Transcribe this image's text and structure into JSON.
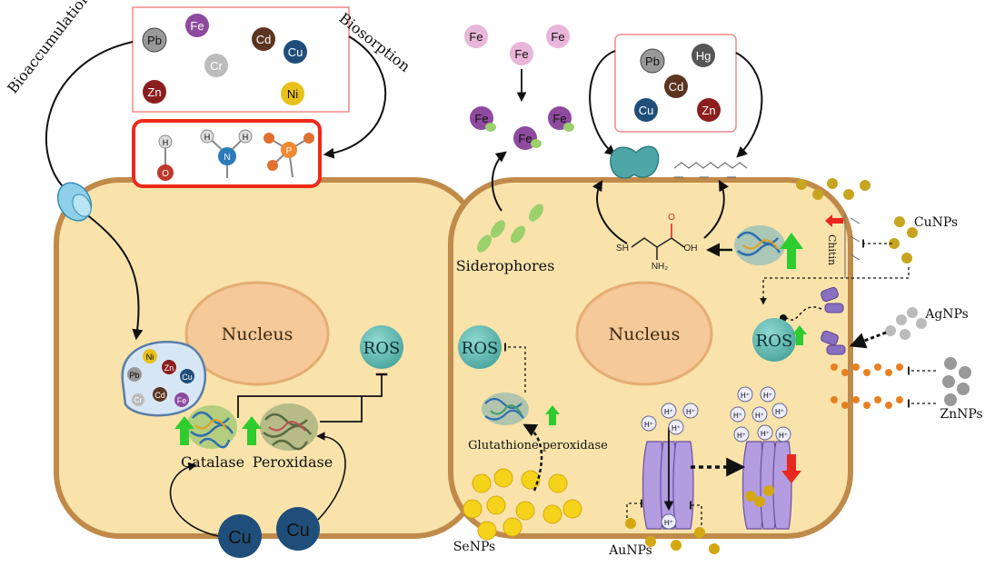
{
  "labels": {
    "bioaccumulation": "Bioaccumulation",
    "biosorption": "Biosorption",
    "nucleus_left": "Nucleus",
    "nucleus_right": "Nucleus",
    "ros_left": "ROS",
    "ros_right_top": "ROS",
    "ros_right_left": "ROS",
    "catalase": "Catalase",
    "peroxidase": "Peroxidase",
    "siderophores": "Siderophores",
    "glutathione": "Glutathione peroxidase",
    "chitin": "Chitin",
    "cunps": "CuNPs",
    "agnps": "AgNPs",
    "znnps": "ZnNPs",
    "senps": "SeNPs",
    "aunps": "AuNPs",
    "cu_ion_1": "Cu",
    "cu_ion_2": "Cu",
    "proton": "H⁺",
    "nh2": "NH₂",
    "sh": "SH",
    "oh": "OH",
    "o": "O",
    "func_o": "O",
    "func_n": "N",
    "func_p": "P",
    "func_h1": "H",
    "func_h2": "H",
    "func_h3": "H"
  },
  "left_box_metals": [
    "Pb",
    "Fe",
    "Cd",
    "Cu",
    "Cr",
    "Zn",
    "Ni"
  ],
  "vacuole_metals": [
    "Ni",
    "Zn",
    "Pb",
    "Cr",
    "Cd",
    "Fe",
    "Cu"
  ],
  "iron_free": [
    "Fe",
    "Fe",
    "Fe"
  ],
  "iron_bound": [
    "Fe",
    "Fe",
    "Fe"
  ],
  "right_box_metals": [
    "Pb",
    "Hg",
    "Cd",
    "Cu",
    "Zn"
  ],
  "colors": {
    "cell_fill": "#f9e3ab",
    "cell_wall": "#c08a4a",
    "nucleus": "#f5c998",
    "ros": "#5fb8b0",
    "cu_ion": "#1f4e7a",
    "up_arrow": "#2ecc2e",
    "down_arrow": "#e8281e",
    "red_box": "#ee2a1a"
  }
}
